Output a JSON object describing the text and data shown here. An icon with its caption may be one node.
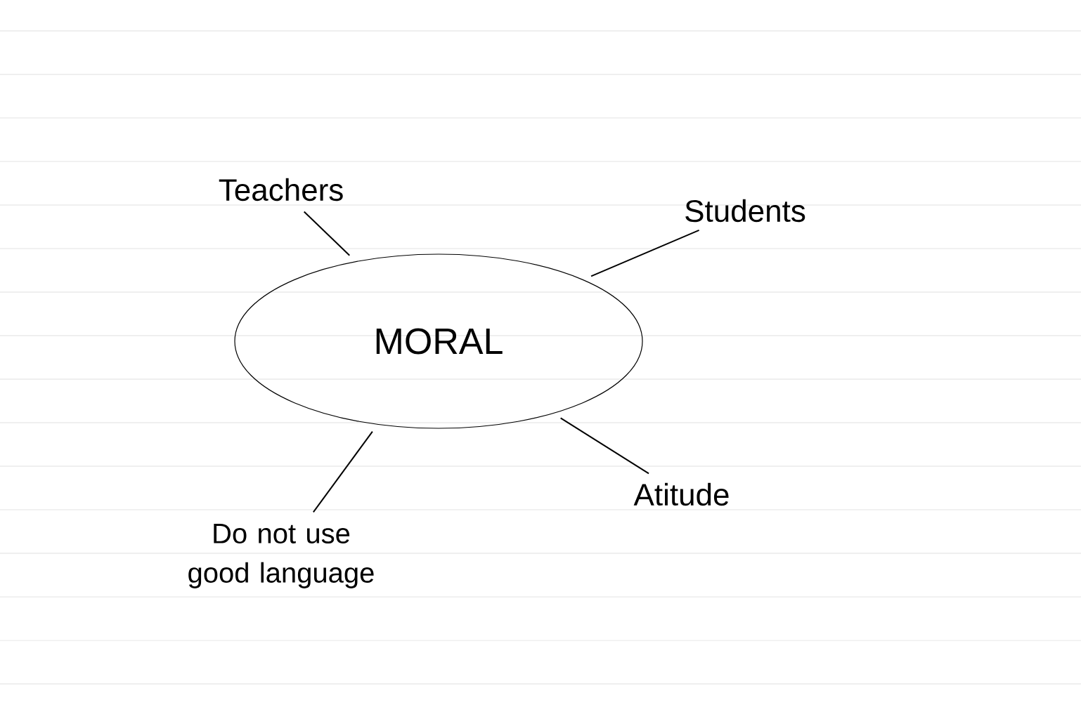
{
  "diagram": {
    "nodes": [
      {
        "text": [
          "MORAL"
        ]
      },
      {
        "text": [
          "Teachers"
        ]
      },
      {
        "text": [
          "Students"
        ]
      },
      {
        "text": [
          "Do not use good language"
        ]
      },
      {
        "text": [
          "Atitude"
        ]
      }
    ],
    "edges": [
      {
        "from": 0,
        "to": 1,
        "arrow": "none"
      },
      {
        "from": 0,
        "to": 2,
        "arrow": "none"
      },
      {
        "from": 0,
        "to": 3,
        "arrow": "none"
      },
      {
        "from": 0,
        "to": 4,
        "arrow": "none"
      }
    ]
  }
}
